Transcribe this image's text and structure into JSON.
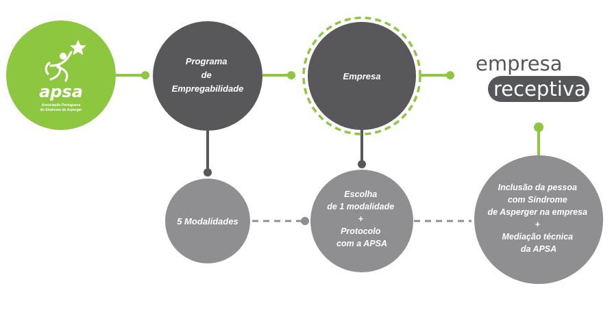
{
  "colors": {
    "accent_green": "#8dc63f",
    "dark_gray": "#58585b",
    "mid_gray": "#8f8f92",
    "line_gray": "#8f8f92",
    "brand_pill": "#55565a"
  },
  "logo": {
    "wordmark": "apsa",
    "subtitle_line1": "Associação Portuguesa",
    "subtitle_line2": "do Síndrome de Asperger",
    "icon": "star-figure-icon"
  },
  "nodes": {
    "programa": {
      "lines": [
        "Programa",
        "de",
        "Empregabilidade"
      ]
    },
    "empresa": {
      "lines": [
        "Empresa"
      ]
    },
    "modalidades": {
      "lines": [
        "5 Modalidades"
      ]
    },
    "escolha": {
      "lines": [
        "Escolha",
        "de 1 modalidade",
        "+",
        "Protocolo",
        "com a APSA"
      ]
    },
    "inclusao": {
      "lines": [
        "Inclusão da pessoa",
        "com Síndrome",
        "de Asperger na empresa",
        "+",
        "Mediação técnica",
        "da APSA"
      ]
    }
  },
  "brand": {
    "line1": "empresa",
    "line2": "receptiva"
  }
}
